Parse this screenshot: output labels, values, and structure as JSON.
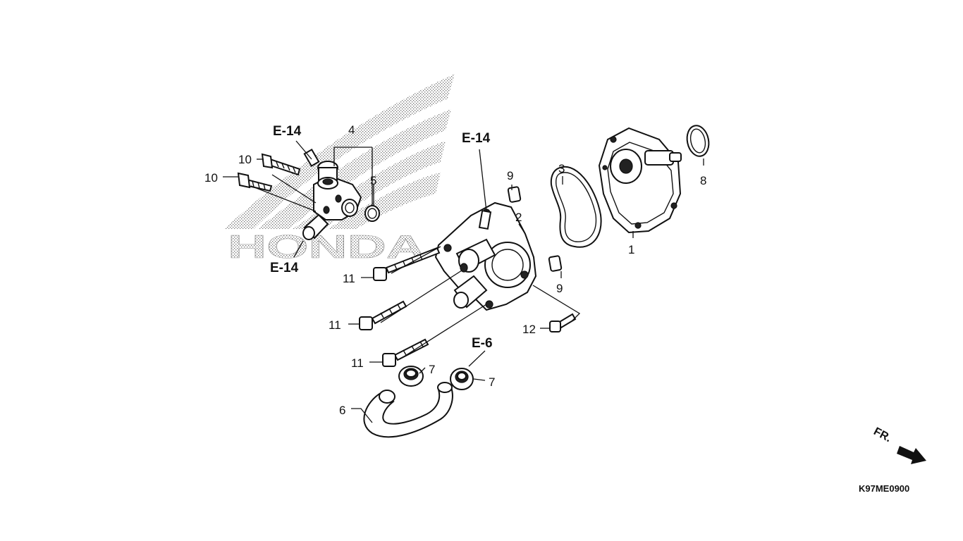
{
  "diagram": {
    "watermark": "HONDA",
    "part_code": "K97ME0900",
    "front_indicator": "FR.",
    "references": {
      "e14_top_left": "E-14",
      "e14_bottom_left": "E-14",
      "e14_top_center": "E-14",
      "e6": "E-6"
    },
    "callouts": {
      "c1": "1",
      "c2": "2",
      "c3": "3",
      "c4": "4",
      "c5": "5",
      "c6": "6",
      "c7a": "7",
      "c7b": "7",
      "c8": "8",
      "c9a": "9",
      "c9b": "9",
      "c10a": "10",
      "c10b": "10",
      "c11a": "11",
      "c11b": "11",
      "c11c": "11",
      "c12": "12"
    }
  }
}
